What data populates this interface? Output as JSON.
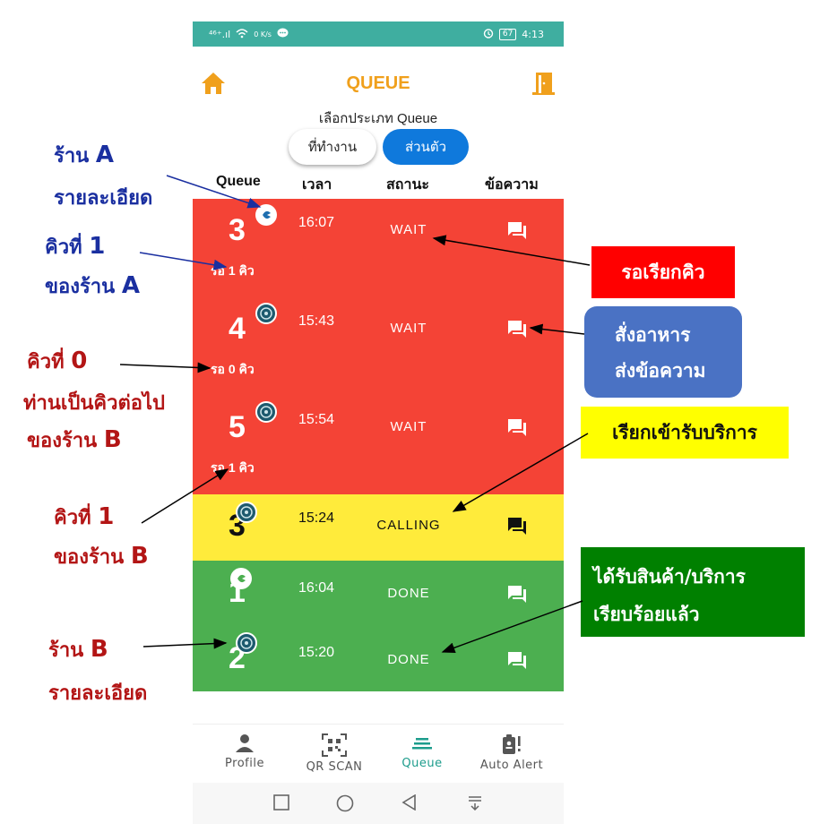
{
  "status_bar": {
    "signal": "⁴⁶⁺.ıl",
    "speed": "0 K/s",
    "battery": "67",
    "time": "4:13"
  },
  "header": {
    "title": "QUEUE",
    "subtitle": "เลือกประเภท Queue"
  },
  "toggle": {
    "work_label": "ที่ทำงาน",
    "personal_label": "ส่วนตัว",
    "selected": "personal"
  },
  "columns": {
    "queue": "Queue",
    "time": "เวลา",
    "status": "สถานะ",
    "message": "ข้อความ"
  },
  "queue_rows": [
    {
      "number": "3",
      "time": "16:07",
      "status": "WAIT",
      "wait_text": "รอ 1 คิว",
      "color": "#f44336"
    },
    {
      "number": "4",
      "time": "15:43",
      "status": "WAIT",
      "wait_text": "รอ 0 คิว",
      "color": "#f44336"
    },
    {
      "number": "5",
      "time": "15:54",
      "status": "WAIT",
      "wait_text": "รอ 1 คิว",
      "color": "#f44336"
    },
    {
      "number": "3",
      "time": "15:24",
      "status": "CALLING",
      "wait_text": "",
      "color": "#ffeb3b"
    },
    {
      "number": "1",
      "time": "16:04",
      "status": "DONE",
      "wait_text": "",
      "color": "#4caf50"
    },
    {
      "number": "2",
      "time": "15:20",
      "status": "DONE",
      "wait_text": "",
      "color": "#4caf50"
    }
  ],
  "bottom_nav": [
    {
      "label": "Profile",
      "icon": "person-icon"
    },
    {
      "label": "QR SCAN",
      "icon": "qr-icon"
    },
    {
      "label": "Queue",
      "icon": "queue-icon",
      "active": true
    },
    {
      "label": "Auto Alert",
      "icon": "alert-badge-icon"
    }
  ],
  "annotations": {
    "shop_a_1": "ร้าน ",
    "shop_a_2": "A",
    "shop_a_detail": "รายละเอียด",
    "queue1_a_1": "คิวที่ ",
    "queue1_a_2": "1",
    "queue1_a_3": "ของร้าน ",
    "queue1_a_4": "A",
    "queue0_1": "คิวที่ ",
    "queue0_2": "0",
    "queue0_3": "ท่านเป็นคิวต่อไป",
    "queue0_4": "ของร้าน ",
    "queue0_5": "B",
    "queue1_b_1": "คิวที่ ",
    "queue1_b_2": "1",
    "queue1_b_3": "ของร้าน ",
    "queue1_b_4": "B",
    "shop_b_1": "ร้าน ",
    "shop_b_2": "B",
    "shop_b_detail": "รายละเอียด",
    "box_waiting": "รอเรียกคิว",
    "box_order_1": "สั่งอาหาร",
    "box_order_2": "ส่งข้อความ",
    "box_calling": "เรียกเข้ารับบริการ",
    "box_done_1": "ได้รับสินค้า/บริการ",
    "box_done_2": "เรียบร้อยแล้ว"
  }
}
